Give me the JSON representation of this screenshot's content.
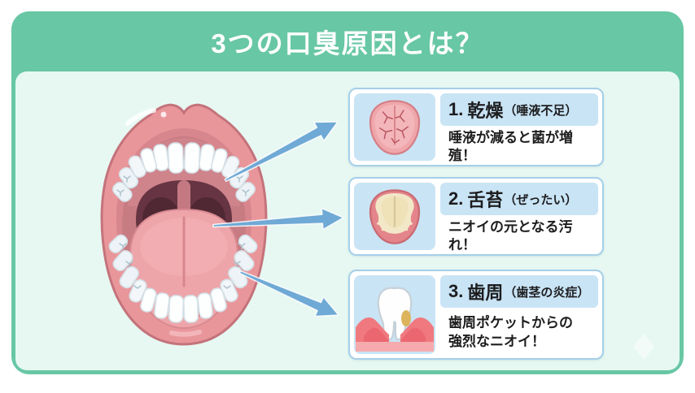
{
  "header": {
    "title": "3つの口臭原因とは？"
  },
  "cards": [
    {
      "number": "1.",
      "name": "乾燥",
      "sub": "（唾液不足）",
      "desc_lines": [
        "唾液が減ると菌が増殖！"
      ],
      "icon": "dry-tongue-icon"
    },
    {
      "number": "2.",
      "name": "舌苔",
      "sub": "（ぜったい）",
      "desc_lines": [
        "ニオイの元となる汚れ！"
      ],
      "icon": "coated-tongue-icon"
    },
    {
      "number": "3.",
      "name": "歯周",
      "sub": "（歯茎の炎症）",
      "desc_lines": [
        "歯周ポケットからの",
        "強烈なニオイ！"
      ],
      "icon": "tooth-gum-icon"
    }
  ],
  "colors": {
    "header_green": "#68C7A5",
    "panel_mint": "#E7F8F2",
    "card_border_blue": "#A6CFE9",
    "card_band_blue": "#C9E4F5",
    "arrow_blue": "#6FA9D5",
    "text_dark": "#1D1D1F",
    "title_white": "#FFFFFF"
  }
}
